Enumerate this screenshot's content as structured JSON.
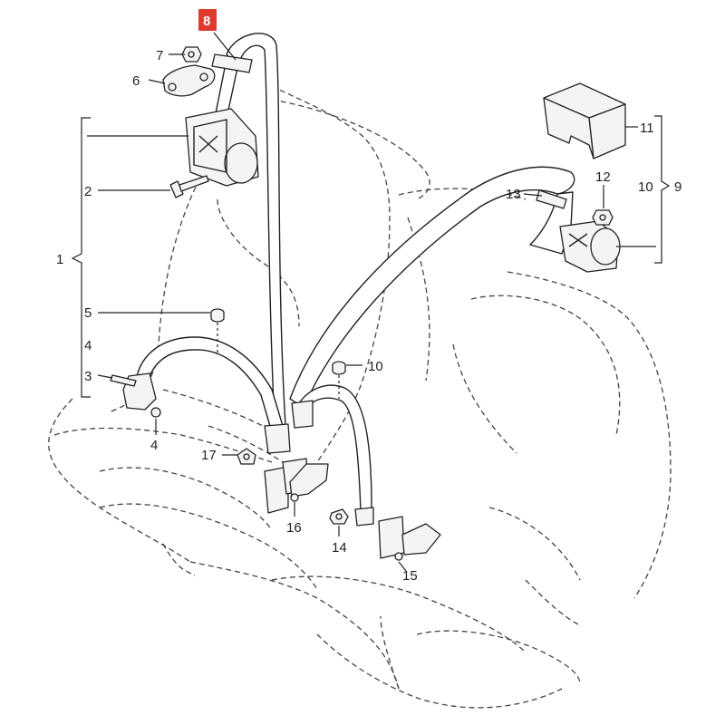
{
  "diagram": {
    "highlight_color": "#e03a2f",
    "callouts": [
      {
        "id": "c1",
        "text": "1"
      },
      {
        "id": "c2",
        "text": "2"
      },
      {
        "id": "c3",
        "text": "3"
      },
      {
        "id": "c4a",
        "text": "4"
      },
      {
        "id": "c4b",
        "text": "4"
      },
      {
        "id": "c5",
        "text": "5"
      },
      {
        "id": "c6",
        "text": "6"
      },
      {
        "id": "c7",
        "text": "7"
      },
      {
        "id": "c8",
        "text": "8"
      },
      {
        "id": "c9",
        "text": "9"
      },
      {
        "id": "c10a",
        "text": "10"
      },
      {
        "id": "c10b",
        "text": "10"
      },
      {
        "id": "c11",
        "text": "11"
      },
      {
        "id": "c12",
        "text": "12"
      },
      {
        "id": "c13",
        "text": "13"
      },
      {
        "id": "c14",
        "text": "14"
      },
      {
        "id": "c15",
        "text": "15"
      },
      {
        "id": "c16",
        "text": "16"
      },
      {
        "id": "c17",
        "text": "17"
      }
    ]
  }
}
